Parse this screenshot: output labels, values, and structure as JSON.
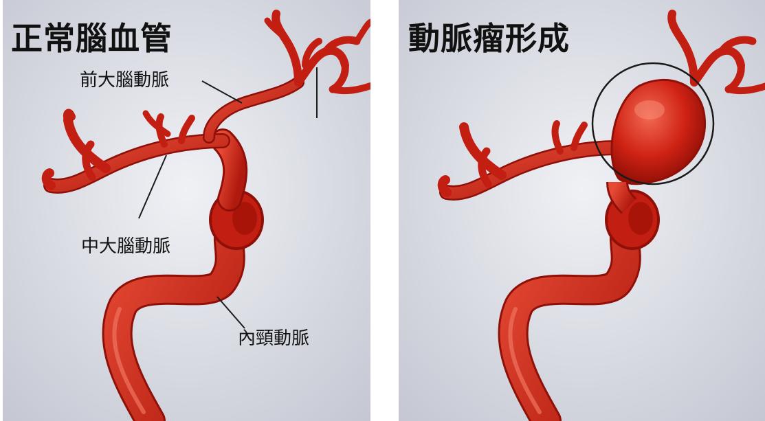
{
  "left_panel": {
    "title": "正常腦血管",
    "labels": {
      "anterior_cerebral_artery": "前大腦動脈",
      "middle_cerebral_artery": "中大腦動脈",
      "internal_carotid_artery": "內頸動脈"
    }
  },
  "right_panel": {
    "title": "動脈瘤形成"
  },
  "colors": {
    "background_light": "#eef0f4",
    "background_mid": "#c9ccd6",
    "artery": "#cf2215",
    "artery_highlight": "#ef5a45",
    "artery_shadow": "#8e1008",
    "leader_line": "#1a1a1a"
  }
}
